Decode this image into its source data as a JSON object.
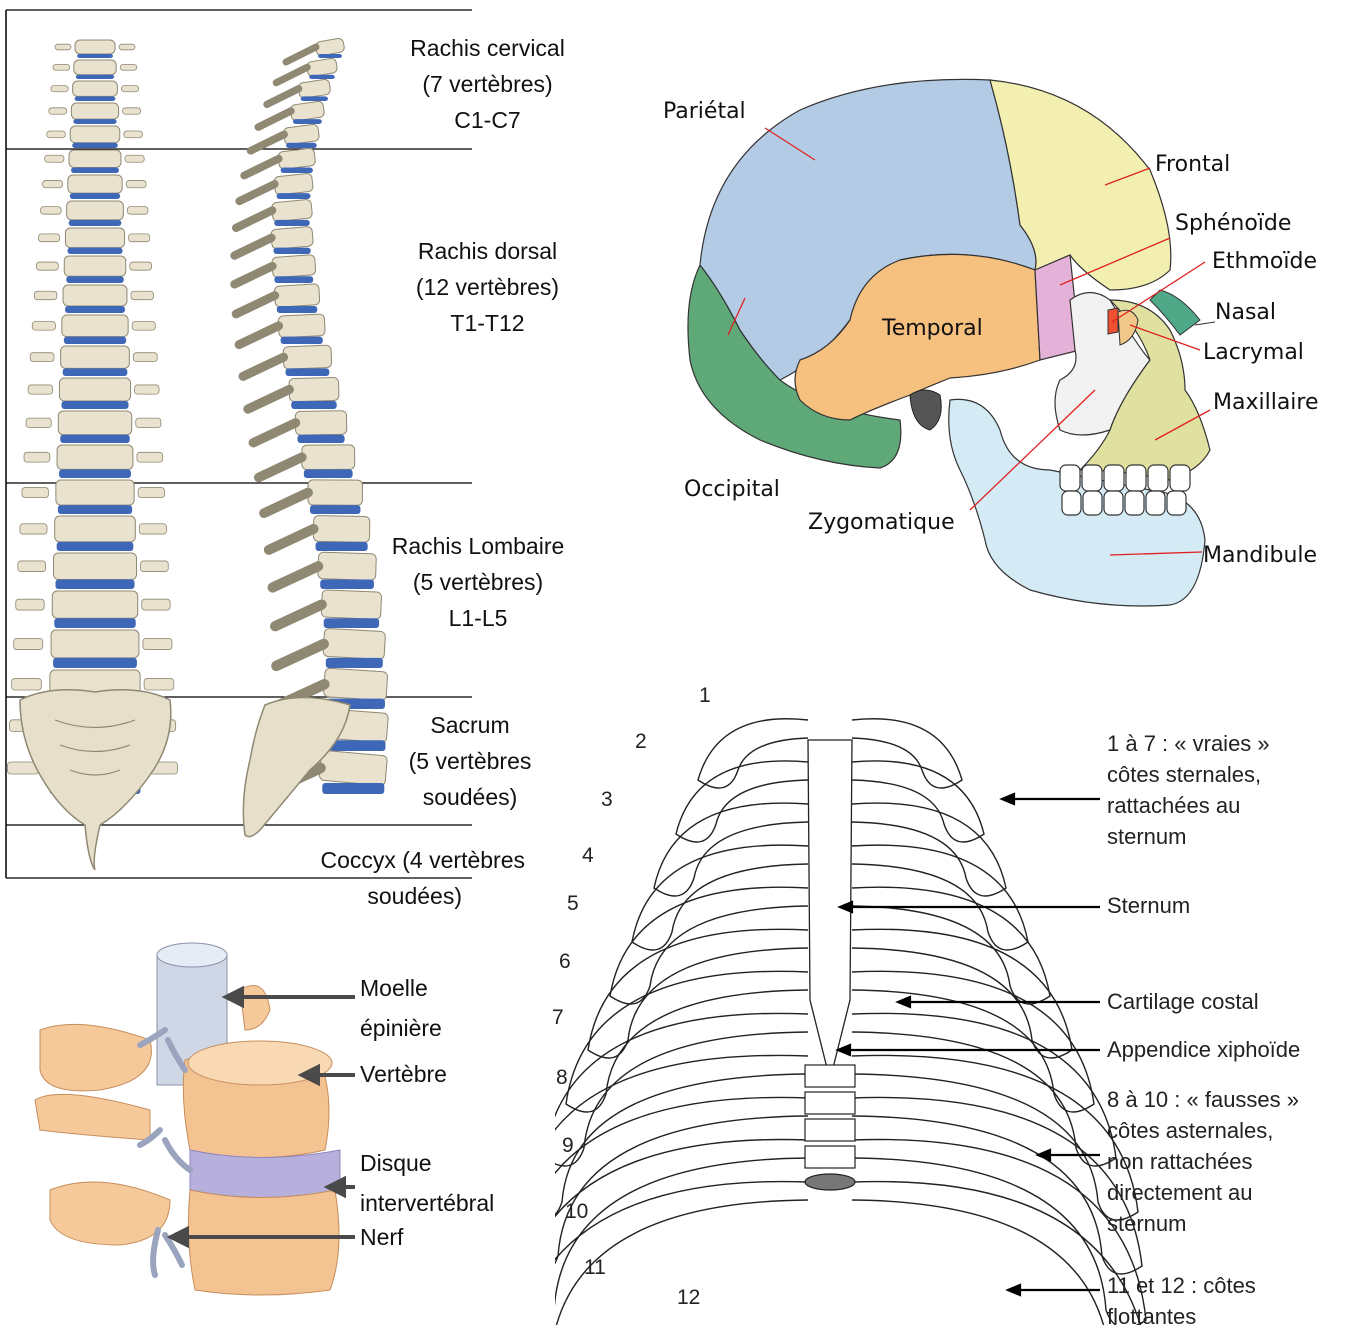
{
  "spine": {
    "cervical": [
      "Rachis cervical",
      "(7 vertèbres)",
      "C1-C7"
    ],
    "dorsal": [
      "Rachis dorsal",
      "(12 vertèbres)",
      "T1-T12"
    ],
    "lumbar": [
      "Rachis Lombaire",
      "(5 vertèbres)",
      "L1-L5"
    ],
    "sacrum": [
      "Sacrum",
      "(5 vertèbres",
      "soudées)"
    ],
    "coccyx": [
      "Coccyx  (4 vertèbres",
      "soudées)"
    ]
  },
  "skull": {
    "parietal": "Pariétal",
    "frontal": "Frontal",
    "sphenoid": "Sphénoïde",
    "ethmoid": "Ethmoïde",
    "nasal": "Nasal",
    "temporal": "Temporal",
    "lacrimal": "Lacrymal",
    "maxillary": "Maxillaire",
    "occipital": "Occipital",
    "zygomatic": "Zygomatique",
    "mandible": "Mandibule"
  },
  "vertebra": {
    "spinal_cord": [
      "Moelle",
      "épinière"
    ],
    "vertebra": "Vertèbre",
    "disc": [
      "Disque",
      "intervertébral"
    ],
    "nerve": "Nerf"
  },
  "ribcage": {
    "numbers": [
      "1",
      "2",
      "3",
      "4",
      "5",
      "6",
      "7",
      "8",
      "9",
      "10",
      "11",
      "12"
    ],
    "true_ribs": [
      "1 à 7 : « vraies »",
      "côtes sternales,",
      "rattachées au",
      "sternum"
    ],
    "sternum": "Sternum",
    "costal_cartilage": "Cartilage  costal",
    "xiphoid": "Appendice xiphoïde",
    "false_ribs": [
      "8 à 10 : « fausses »",
      "côtes asternales,",
      "non rattachées",
      "directement au",
      "sternum"
    ],
    "floating_ribs": [
      "11 et 12 : côtes",
      "flottantes"
    ]
  },
  "colors": {
    "bone": "#e8e2cf",
    "disc": "#3f67b8",
    "parietal": "#b4cbe6",
    "frontal": "#f3efb0",
    "temporal": "#f6c07f",
    "occipital": "#5fa878",
    "sphenoid": "#e4b2d8",
    "zygomatic": "#f2f2f2",
    "maxillary": "#e0e0a0",
    "mandible": "#d4eaf5",
    "leader_red": "#e02020"
  }
}
